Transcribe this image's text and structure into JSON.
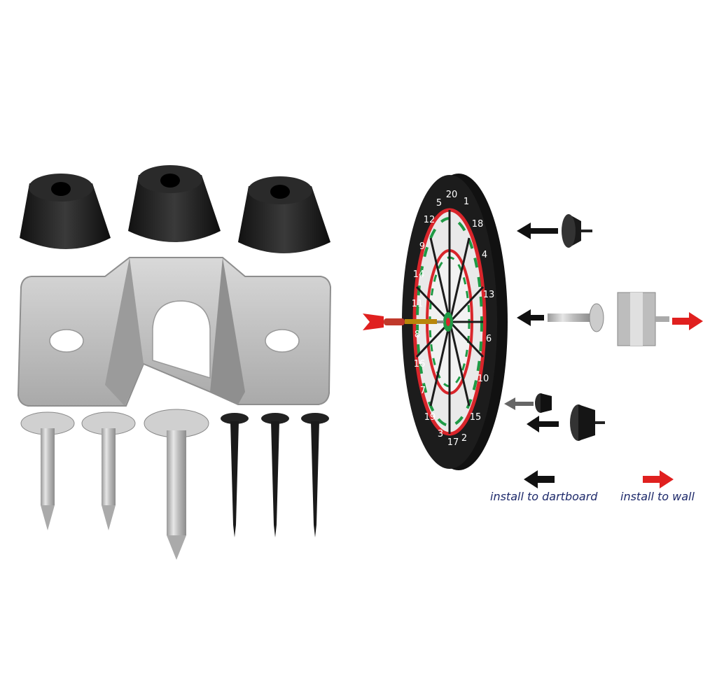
{
  "legend": {
    "install_to_dartboard": "install to dartboard",
    "install_to_wall": "install to wall"
  },
  "dartboard": {
    "numbers": [
      "20",
      "1",
      "18",
      "4",
      "13",
      "6",
      "10",
      "15",
      "2",
      "17",
      "3",
      "19",
      "7",
      "16",
      "8",
      "11",
      "14",
      "9",
      "12",
      "5"
    ]
  },
  "colors": {
    "board_black": "#1c1c1c",
    "segment_red": "#d9252b",
    "segment_green": "#1f9a45",
    "arrow_black": "#111111",
    "arrow_red": "#e0201f",
    "label_navy": "#1e2a6b",
    "metal": "#c8c8c8"
  },
  "icons": [
    "rubber-bumper-icon",
    "mounting-bracket-icon",
    "wood-screw-icon",
    "nail-icon",
    "dart-icon",
    "arrow-left-icon",
    "arrow-right-icon"
  ]
}
